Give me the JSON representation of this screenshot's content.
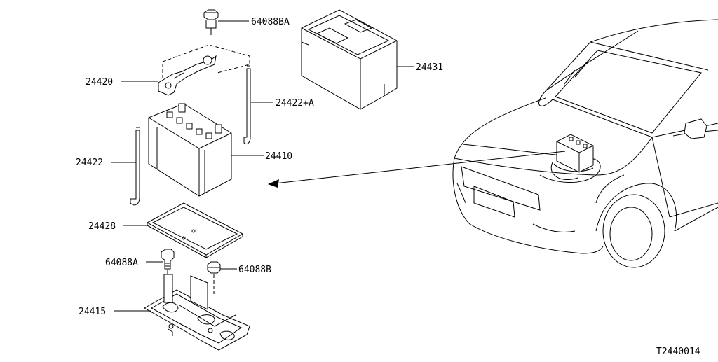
{
  "diagram": {
    "parts": {
      "bolt_top": "64088BA",
      "cover": "24431",
      "clamp": "24420",
      "rod_a": "24422+A",
      "rod": "24422",
      "battery": "24410",
      "tray_plate": "24428",
      "bolt_left": "64088A",
      "nut_right": "64088B",
      "bracket": "24415"
    },
    "figure_code": "T2440014"
  }
}
